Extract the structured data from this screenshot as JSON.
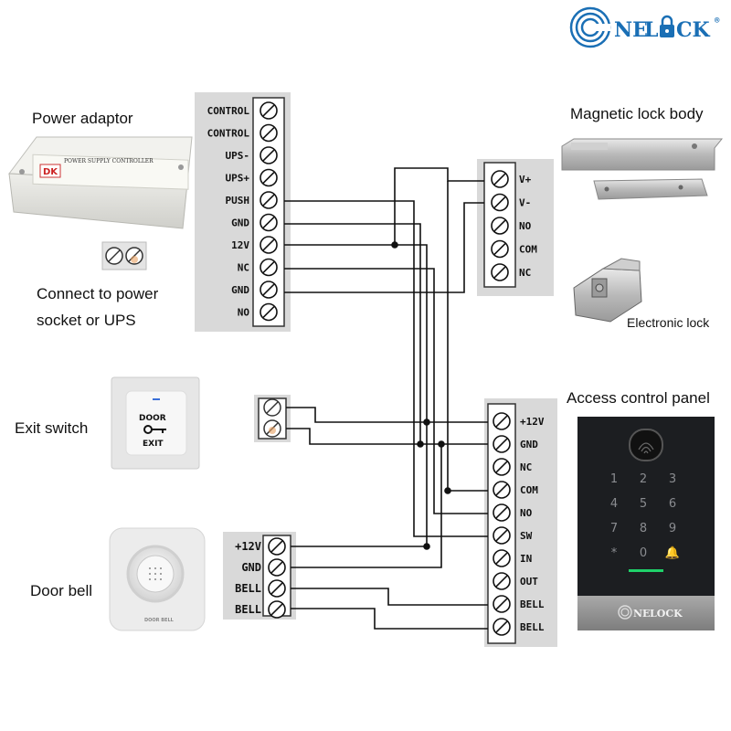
{
  "brand": {
    "prefix": "NE",
    "lock_l": "L",
    "lock_rest": "CK",
    "registered": "®",
    "panel_logo_prefix": "NE",
    "panel_logo_lock": "LOCK"
  },
  "labels": {
    "power_adaptor": "Power adaptor",
    "connect_line1": "Connect to power",
    "connect_line2": "socket or UPS",
    "exit_switch": "Exit switch",
    "door_bell": "Door bell",
    "magnetic_lock_body": "Magnetic lock body",
    "electronic_lock": "Electronic lock",
    "access_control_panel": "Access control panel"
  },
  "power_supply_label": "POWER SUPPLY CONTROLLER",
  "power_supply_brand": "DK",
  "exit_switch_device": {
    "line1": "DOOR",
    "line2": "EXIT"
  },
  "door_bell_device": {
    "text": "DOOR BELL"
  },
  "keypad": {
    "keys": [
      "1",
      "2",
      "3",
      "4",
      "5",
      "6",
      "7",
      "8",
      "9",
      "*",
      "0",
      "🔔"
    ]
  },
  "controller_terminals": [
    "CONTROL",
    "CONTROL",
    "UPS-",
    "UPS+",
    "PUSH",
    "GND",
    "12V",
    "NC",
    "GND",
    "NO"
  ],
  "lock_terminals": [
    "V+",
    "V-",
    "NO",
    "COM",
    "NC"
  ],
  "panel_terminals": [
    "+12V",
    "GND",
    "NC",
    "COM",
    "NO",
    "SW",
    "IN",
    "OUT",
    "BELL",
    "BELL"
  ],
  "bell_terminals": [
    "+12V",
    "GND",
    "BELL",
    "BELL"
  ],
  "colors": {
    "terminal_block": "#d9d9d9",
    "wire": "#111111",
    "brand_teal": "#1a6fb5",
    "panel_dark": "#1c1e21"
  }
}
